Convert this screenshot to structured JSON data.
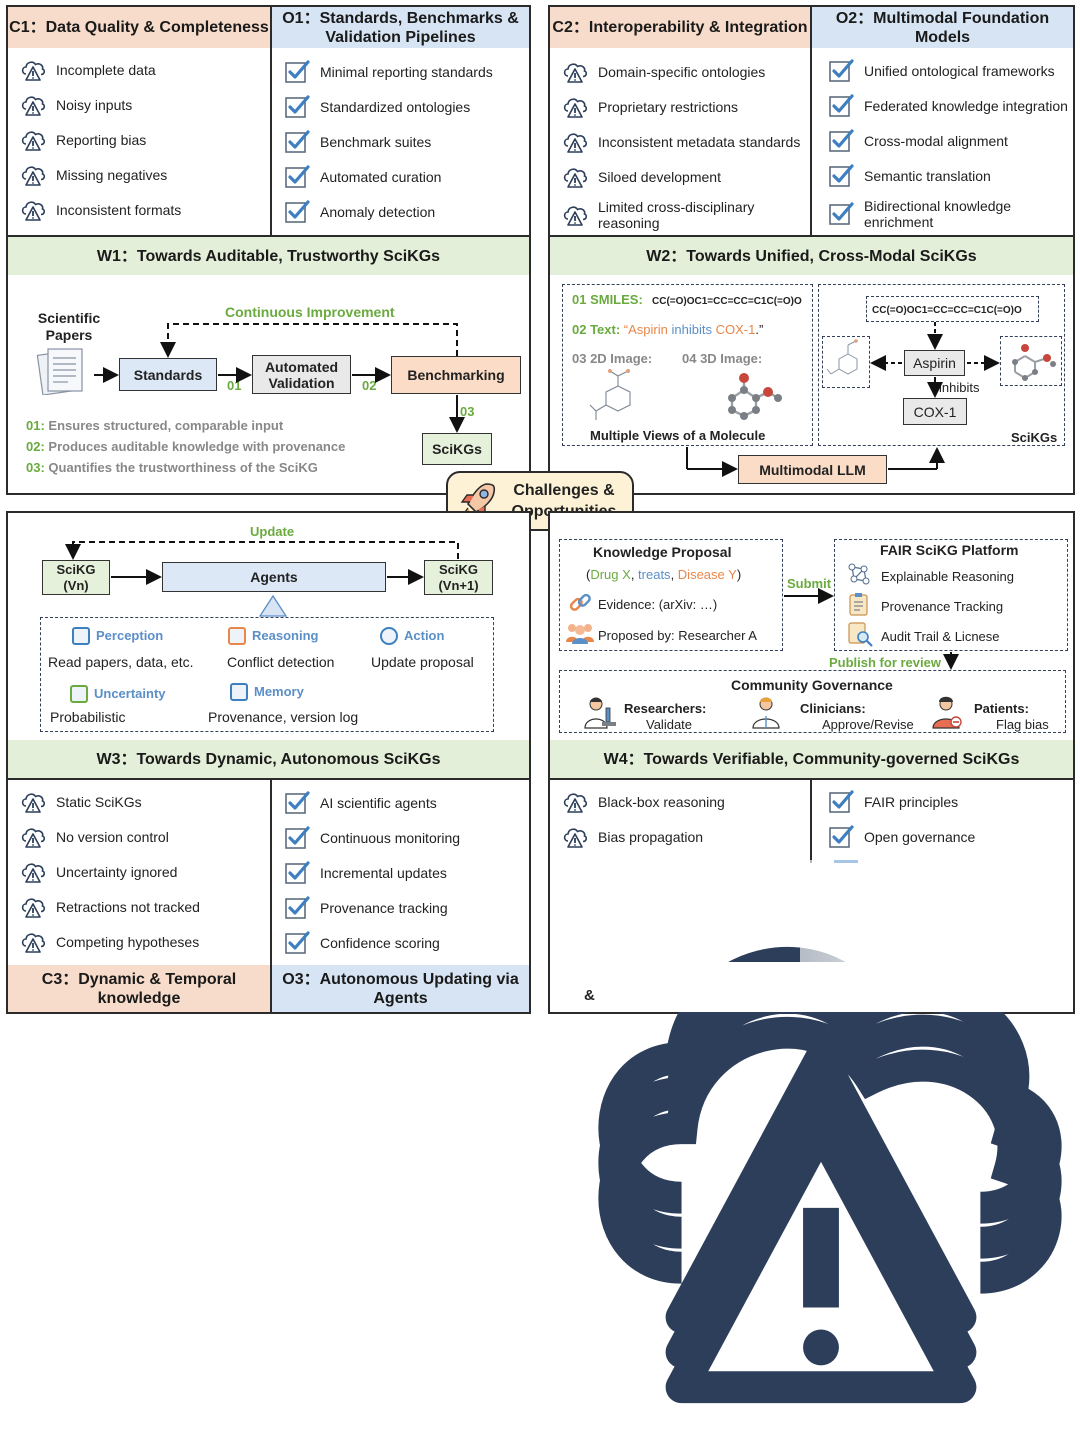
{
  "q1": {
    "c_title": "C1：Data Quality & Completeness",
    "o_title": "O1：Standards, Benchmarks & Validation Pipelines",
    "challenges": [
      "Incomplete data",
      "Noisy inputs",
      "Reporting bias",
      "Missing negatives",
      "Inconsistent formats"
    ],
    "opportunities": [
      "Minimal reporting standards",
      "Standardized ontologies",
      "Benchmark suites",
      "Automated curation",
      "Anomaly detection"
    ],
    "w_title": "W1：Towards Auditable, Trustworthy SciKGs",
    "flow": {
      "papers": "Scientific Papers",
      "loop": "Continuous Improvement",
      "standards": "Standards",
      "validation": "Automated Validation",
      "benchmarking": "Benchmarking",
      "scikgs": "SciKGs",
      "n1": "01",
      "n2": "02",
      "n3": "03"
    },
    "notes": [
      {
        "num": "01:",
        "text": "Ensures structured, comparable input"
      },
      {
        "num": "02:",
        "text": "Produces auditable knowledge with provenance"
      },
      {
        "num": "03:",
        "text": "Quantifies the trustworthiness of the SciKG"
      }
    ]
  },
  "q2": {
    "c_title": "C2：Interoperability & Integration",
    "o_title": "O2：Multimodal Foundation Models",
    "challenges": [
      "Domain-specific ontologies",
      "Proprietary restrictions",
      "Inconsistent metadata standards",
      "Siloed development",
      "Limited cross-disciplinary reasoning"
    ],
    "opportunities": [
      "Unified ontological frameworks",
      "Federated knowledge integration",
      "Cross-modal alignment",
      "Semantic translation",
      "Bidirectional knowledge enrichment"
    ],
    "w_title": "W2：Towards Unified, Cross-Modal SciKGs",
    "views": {
      "smiles_label": "01 SMILES:",
      "smiles": "CC(=O)OC1=CC=CC=C1C(=O)O",
      "text_label": "02 Text:",
      "q_open": "“",
      "aspirin": "Aspirin",
      "inhibits": "inhibits",
      "cox": "COX-1",
      "q_close": ".”",
      "img2d": "03 2D Image:",
      "img3d": "04 3D Image:",
      "caption": "Multiple Views of a Molecule"
    },
    "kg": {
      "smiles": "CC(=O)OC1=CC=CC=C1C(=O)O",
      "aspirin": "Aspirin",
      "inhibits": "inhibits",
      "cox": "COX-1",
      "caption": "SciKGs"
    },
    "llm": "Multimodal  LLM"
  },
  "center": {
    "title": "Challenges & Opportunities"
  },
  "q3": {
    "update": "Update",
    "kg_left": "SciKG (Vn)",
    "kg_right": "SciKG (Vn+1)",
    "agents": "Agents",
    "modules": [
      {
        "name": "Perception",
        "desc": "Read papers, data, etc."
      },
      {
        "name": "Reasoning",
        "desc": "Conflict detection"
      },
      {
        "name": "Action",
        "desc": "Update proposal"
      },
      {
        "name": "Uncertainty",
        "desc": "Probabilistic"
      },
      {
        "name": "Memory",
        "desc": "Provenance, version log"
      }
    ],
    "w_title": "W3：Towards Dynamic, Autonomous SciKGs",
    "challenges": [
      "Static SciKGs",
      "No version control",
      "Uncertainty ignored",
      "Retractions not tracked",
      "Competing hypotheses"
    ],
    "opportunities": [
      "AI scientific agents",
      "Continuous monitoring",
      "Incremental updates",
      "Provenance tracking",
      "Confidence scoring"
    ],
    "c_title": "C3：Dynamic & Temporal knowledge",
    "o_title": "O3：Autonomous Updating via Agents"
  },
  "q4": {
    "proposal": {
      "title": "Knowledge Proposal",
      "drug": "Drug X",
      "treats": "treats",
      "disease": "Disease Y",
      "evidence": "Evidence: (arXiv: …)",
      "proposer": "Proposed by: Researcher A"
    },
    "submit": "Submit",
    "platform": {
      "title": "FAIR SciKG Platform",
      "items": [
        "Explainable Reasoning",
        "Provenance Tracking",
        "Audit Trail & Licnese"
      ]
    },
    "publish": "Publish for review",
    "governance": {
      "title": "Community Governance",
      "roles": [
        {
          "role": "Researchers:",
          "action": "Validate"
        },
        {
          "role": "Clinicians:",
          "action": "Approve/Revise"
        },
        {
          "role": "Patients:",
          "action": "Flag bias"
        }
      ]
    },
    "w_title": "W4：Towards Verifiable, Community-governed SciKGs",
    "challenges": [
      "Black-box reasoning",
      "Bias propagation"
    ],
    "opportunities": [
      "FAIR principles",
      "Open governance"
    ],
    "c_fragment": "&"
  },
  "colors": {
    "challenge_header": "#f8dccb",
    "opportunity_header": "#d7e4f3",
    "way_header": "#e3efd8",
    "accent_green": "#6aaa3f",
    "accent_blue": "#5b8fc8",
    "accent_orange": "#e8874a",
    "check_blue": "#3d7fc1"
  }
}
